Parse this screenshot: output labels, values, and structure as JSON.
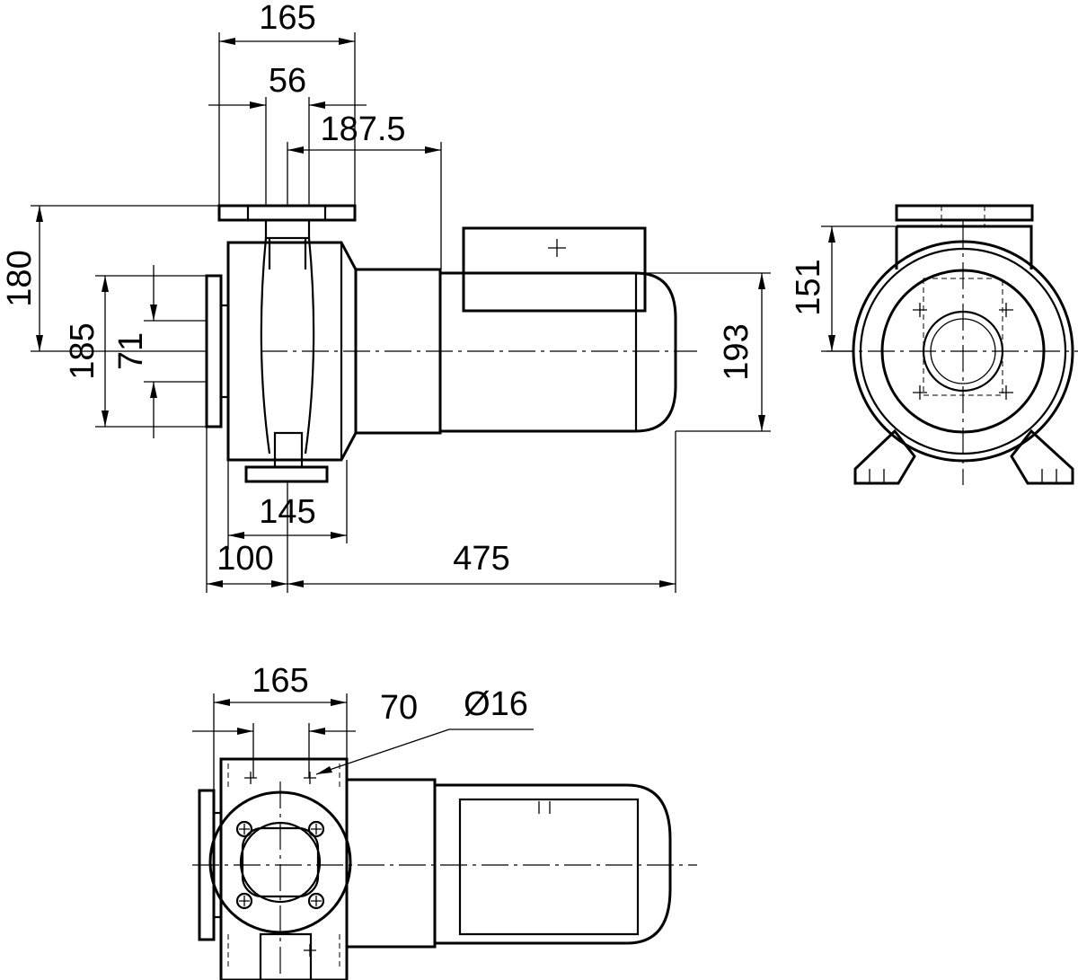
{
  "dimensions": {
    "d165_top": "165",
    "d56": "56",
    "d187_5": "187.5",
    "d180": "180",
    "d185": "185",
    "d71": "71",
    "d193": "193",
    "d151": "151",
    "d145": "145",
    "d100": "100",
    "d475": "475",
    "d165_bottom": "165",
    "d70": "70",
    "d_bolt": "Ø16"
  }
}
